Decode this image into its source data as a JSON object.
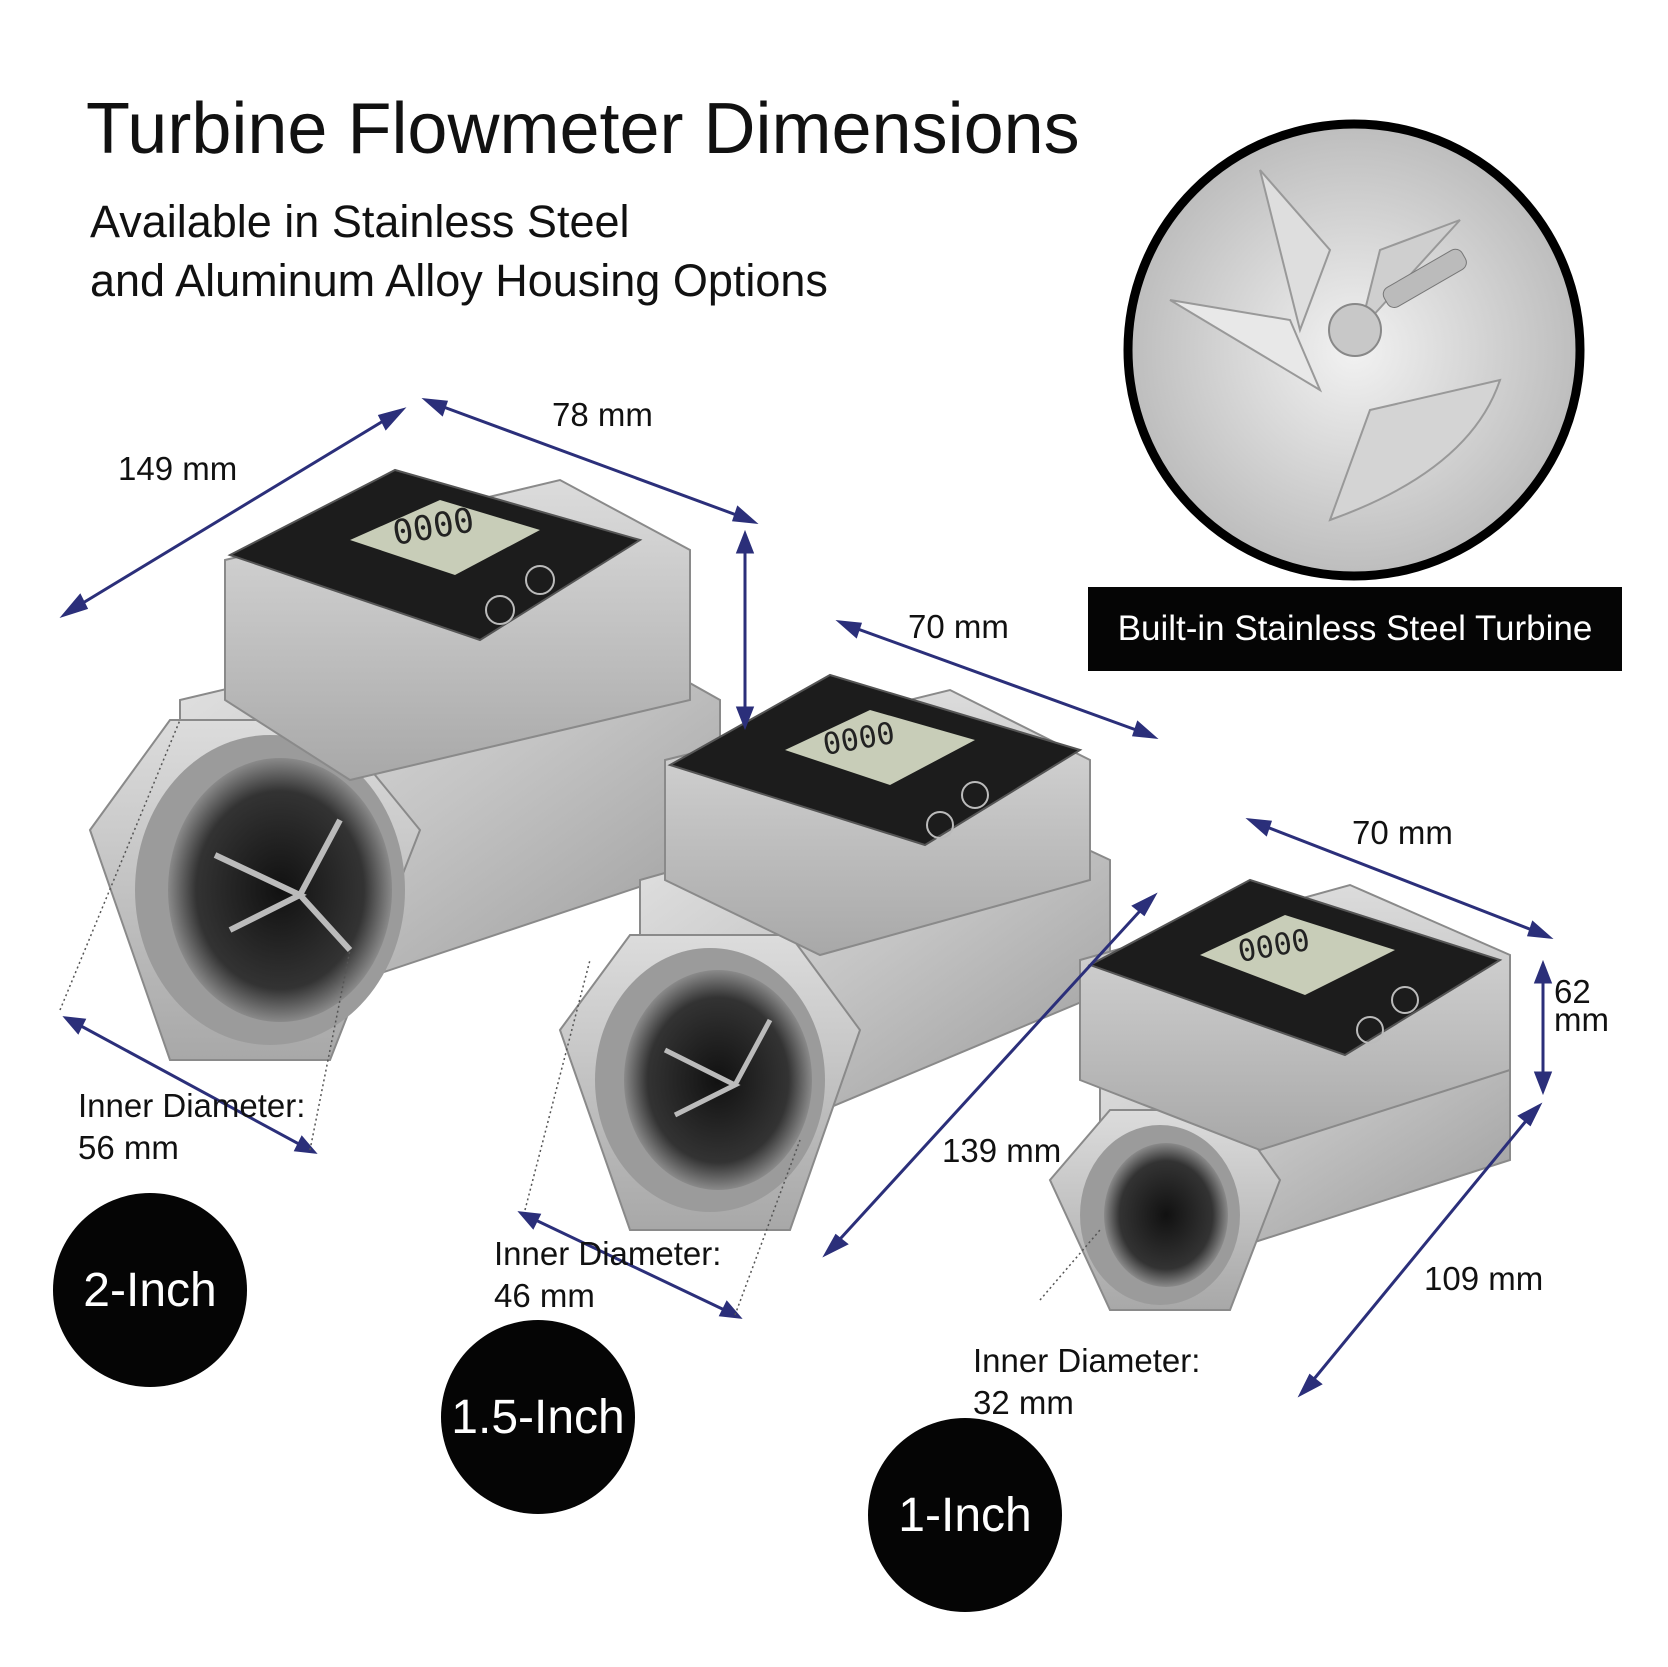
{
  "header": {
    "title": "Turbine Flowmeter Dimensions",
    "subtitle_line1": "Available in Stainless Steel",
    "subtitle_line2": "and Aluminum Alloy Housing Options"
  },
  "turbine_inset": {
    "caption": "Built-in Stainless Steel Turbine"
  },
  "meters": [
    {
      "size_label": "2-Inch",
      "length": "149 mm",
      "width": "78 mm",
      "inner_diameter_label": "Inner Diameter:",
      "inner_diameter_value": "56 mm"
    },
    {
      "size_label": "1.5-Inch",
      "width": "70 mm",
      "length": "139 mm",
      "inner_diameter_label": "Inner Diameter:",
      "inner_diameter_value": "46 mm"
    },
    {
      "size_label": "1-Inch",
      "width": "70 mm",
      "height_line1": "62",
      "height_line2": "mm",
      "length": "109 mm",
      "inner_diameter_label": "Inner Diameter:",
      "inner_diameter_value": "32 mm"
    }
  ],
  "colors": {
    "dimension_line": "#2b2f7a",
    "housing": "#c9c9c9",
    "faceplate": "#1c1c1c",
    "lcd": "#c8cdb8",
    "badge": "#050505"
  }
}
